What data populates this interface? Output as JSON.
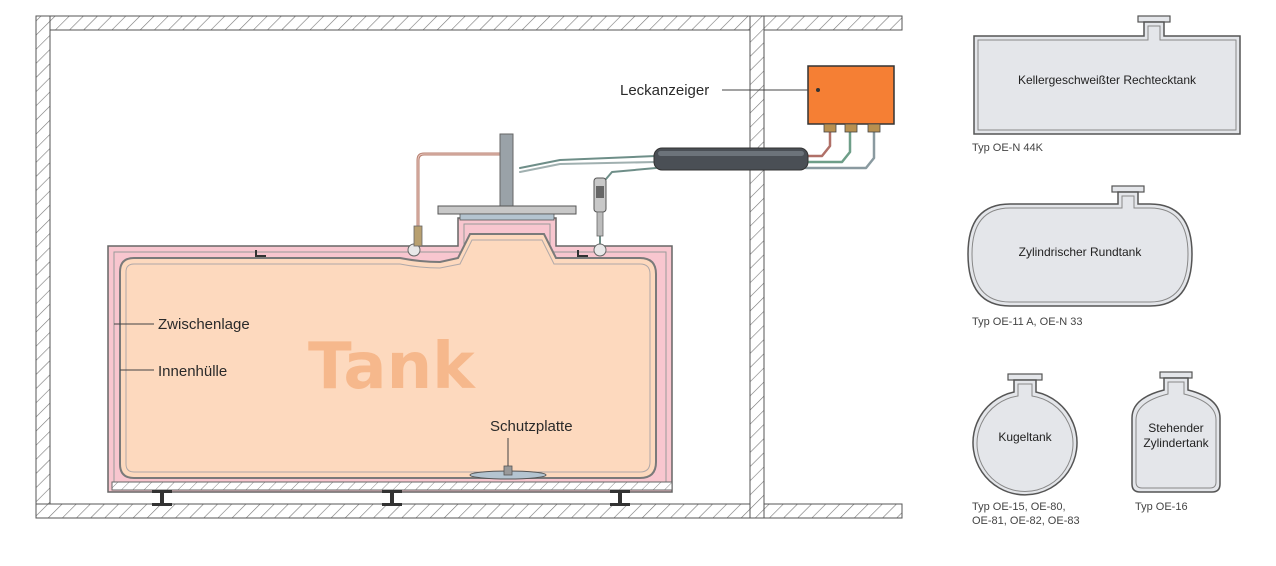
{
  "labels": {
    "tank": "Tank",
    "leckanzeiger": "Leckanzeiger",
    "zwischenlage": "Zwischenlage",
    "innenhuelle": "Innenhülle",
    "schutzplatte": "Schutzplatte"
  },
  "tank_types": [
    {
      "name": "Kellergeschweißter Rechtecktank",
      "type_lines": [
        "Typ OE-N 44K"
      ]
    },
    {
      "name": "Zylindrischer Rundtank",
      "type_lines": [
        "Typ OE-11 A, OE-N 33"
      ]
    },
    {
      "name": "Kugeltank",
      "type_lines": [
        "Typ OE-15, OE-80,",
        "OE-81, OE-82, OE-83"
      ]
    },
    {
      "name_lines": [
        "Stehender",
        "Zylindertank"
      ],
      "type_lines": [
        "Typ OE-16"
      ]
    }
  ],
  "colors": {
    "tank_fill": "#fcd9bc",
    "interlayer": "#f7c2cc",
    "leak_detector": "#f57f34",
    "shape_fill": "#e4e6ea",
    "wall_hatch": "#777777"
  }
}
